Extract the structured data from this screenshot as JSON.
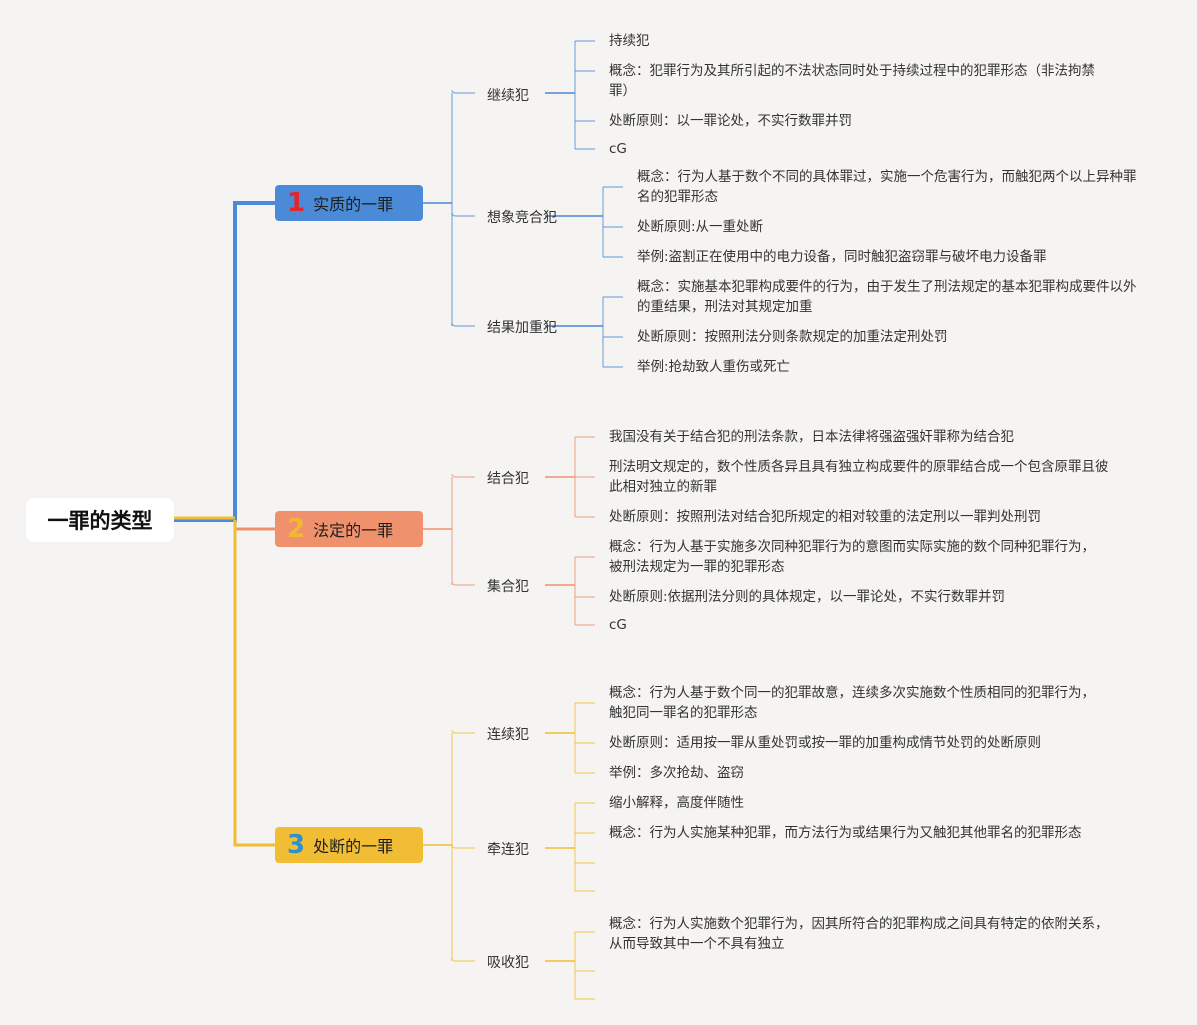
{
  "root": "一罪的类型",
  "categories": [
    {
      "num": "1",
      "label": "实质的一罪",
      "color": "#4a8ad6",
      "subs": [
        {
          "label": "继续犯",
          "leaves": [
            "持续犯",
            "概念：犯罪行为及其所引起的不法状态同时处于持续过程中的犯罪形态（非法拘禁罪）",
            "处断原则：以一罪论处，不实行数罪并罚",
            "cG"
          ]
        },
        {
          "label": "想象竞合犯",
          "leaves": [
            "概念：行为人基于数个不同的具体罪过，实施一个危害行为，而触犯两个以上异种罪名的犯罪形态",
            "处断原则:从一重处断",
            "举例:盗割正在使用中的电力设备，同时触犯盗窃罪与破坏电力设备罪"
          ]
        },
        {
          "label": "结果加重犯",
          "leaves": [
            "概念：实施基本犯罪构成要件的行为，由于发生了刑法规定的基本犯罪构成要件以外的重结果，刑法对其规定加重",
            "处断原则：按照刑法分则条款规定的加重法定刑处罚",
            "举例:抢劫致人重伤或死亡"
          ]
        }
      ]
    },
    {
      "num": "2",
      "label": "法定的一罪",
      "color": "#f0916e",
      "subs": [
        {
          "label": "结合犯",
          "leaves": [
            "我国没有关于结合犯的刑法条款，日本法律将强盗强奸罪称为结合犯",
            "刑法明文规定的，数个性质各异且具有独立构成要件的原罪结合成一个包含原罪且彼此相对独立的新罪",
            "处断原则：按照刑法对结合犯所规定的相对较重的法定刑以一罪判处刑罚"
          ]
        },
        {
          "label": "集合犯",
          "leaves": [
            "概念：行为人基于实施多次同种犯罪行为的意图而实际实施的数个同种犯罪行为，被刑法规定为一罪的犯罪形态",
            "处断原则:依据刑法分则的具体规定，以一罪论处，不实行数罪并罚",
            "cG"
          ]
        }
      ]
    },
    {
      "num": "3",
      "label": "处断的一罪",
      "color": "#f0bd35",
      "subs": [
        {
          "label": "连续犯",
          "leaves": [
            "概念：行为人基于数个同一的犯罪故意，连续多次实施数个性质相同的犯罪行为，触犯同一罪名的犯罪形态",
            "处断原则：适用按一罪从重处罚或按一罪的加重构成情节处罚的处断原则",
            "举例：多次抢劫、盗窃"
          ]
        },
        {
          "label": "牵连犯",
          "leaves": [
            "缩小解释，高度伴随性",
            "概念：行为人实施某种犯罪，而方法行为或结果行为又触犯其他罪名的犯罪形态",
            "",
            ""
          ]
        },
        {
          "label": "吸收犯",
          "leaves": [
            "概念：行为人实施数个犯罪行为，因其所符合的犯罪构成之间具有特定的依附关系，从而导致其中一个不具有独立",
            "",
            ""
          ]
        }
      ]
    }
  ]
}
